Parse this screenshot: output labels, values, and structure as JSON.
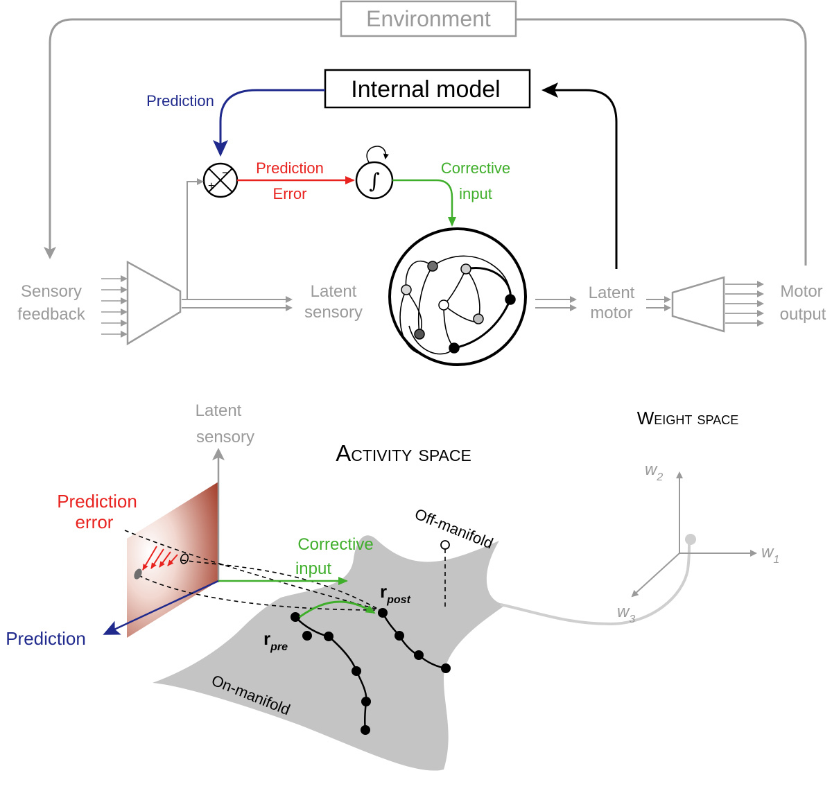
{
  "top": {
    "environment_label": "Environment",
    "internal_model_label": "Internal model",
    "prediction_label": "Prediction",
    "prediction_error_line1": "Prediction",
    "prediction_error_line2": "Error",
    "corrective_line1": "Corrective",
    "corrective_line2": "input",
    "sensory_feedback_line1": "Sensory",
    "sensory_feedback_line2": "feedback",
    "latent_sensory_line1": "Latent",
    "latent_sensory_line2": "sensory",
    "latent_motor_line1": "Latent",
    "latent_motor_line2": "motor",
    "motor_output_line1": "Motor",
    "motor_output_line2": "output",
    "comparator_minus": "−",
    "comparator_plus": "+",
    "integrator_symbol": "∫"
  },
  "bottom": {
    "activity_space_title": "Activity space",
    "weight_space_title": "Weight space",
    "latent_sensory_line1": "Latent",
    "latent_sensory_line2": "sensory",
    "prediction_error_line1": "Prediction",
    "prediction_error_line2": "error",
    "prediction_axis_label": "Prediction",
    "corrective_line1": "Corrective",
    "corrective_line2": "input",
    "off_manifold_label": "Off-manifold",
    "on_manifold_label": "On-manifold",
    "r_pre_main": "r",
    "r_pre_sub": "pre",
    "r_post_main": "r",
    "r_post_sub": "post",
    "w1_main": "w",
    "w1_sub": "1",
    "w2_main": "w",
    "w2_sub": "2",
    "w3_main": "w",
    "w3_sub": "3"
  },
  "colors": {
    "gray": "#9a9a9a",
    "black": "#000000",
    "blue": "#1f2a8c",
    "red": "#e8231f",
    "green": "#3fae2a",
    "manifold": "#c4c4c4",
    "plane": "#a5412e"
  }
}
